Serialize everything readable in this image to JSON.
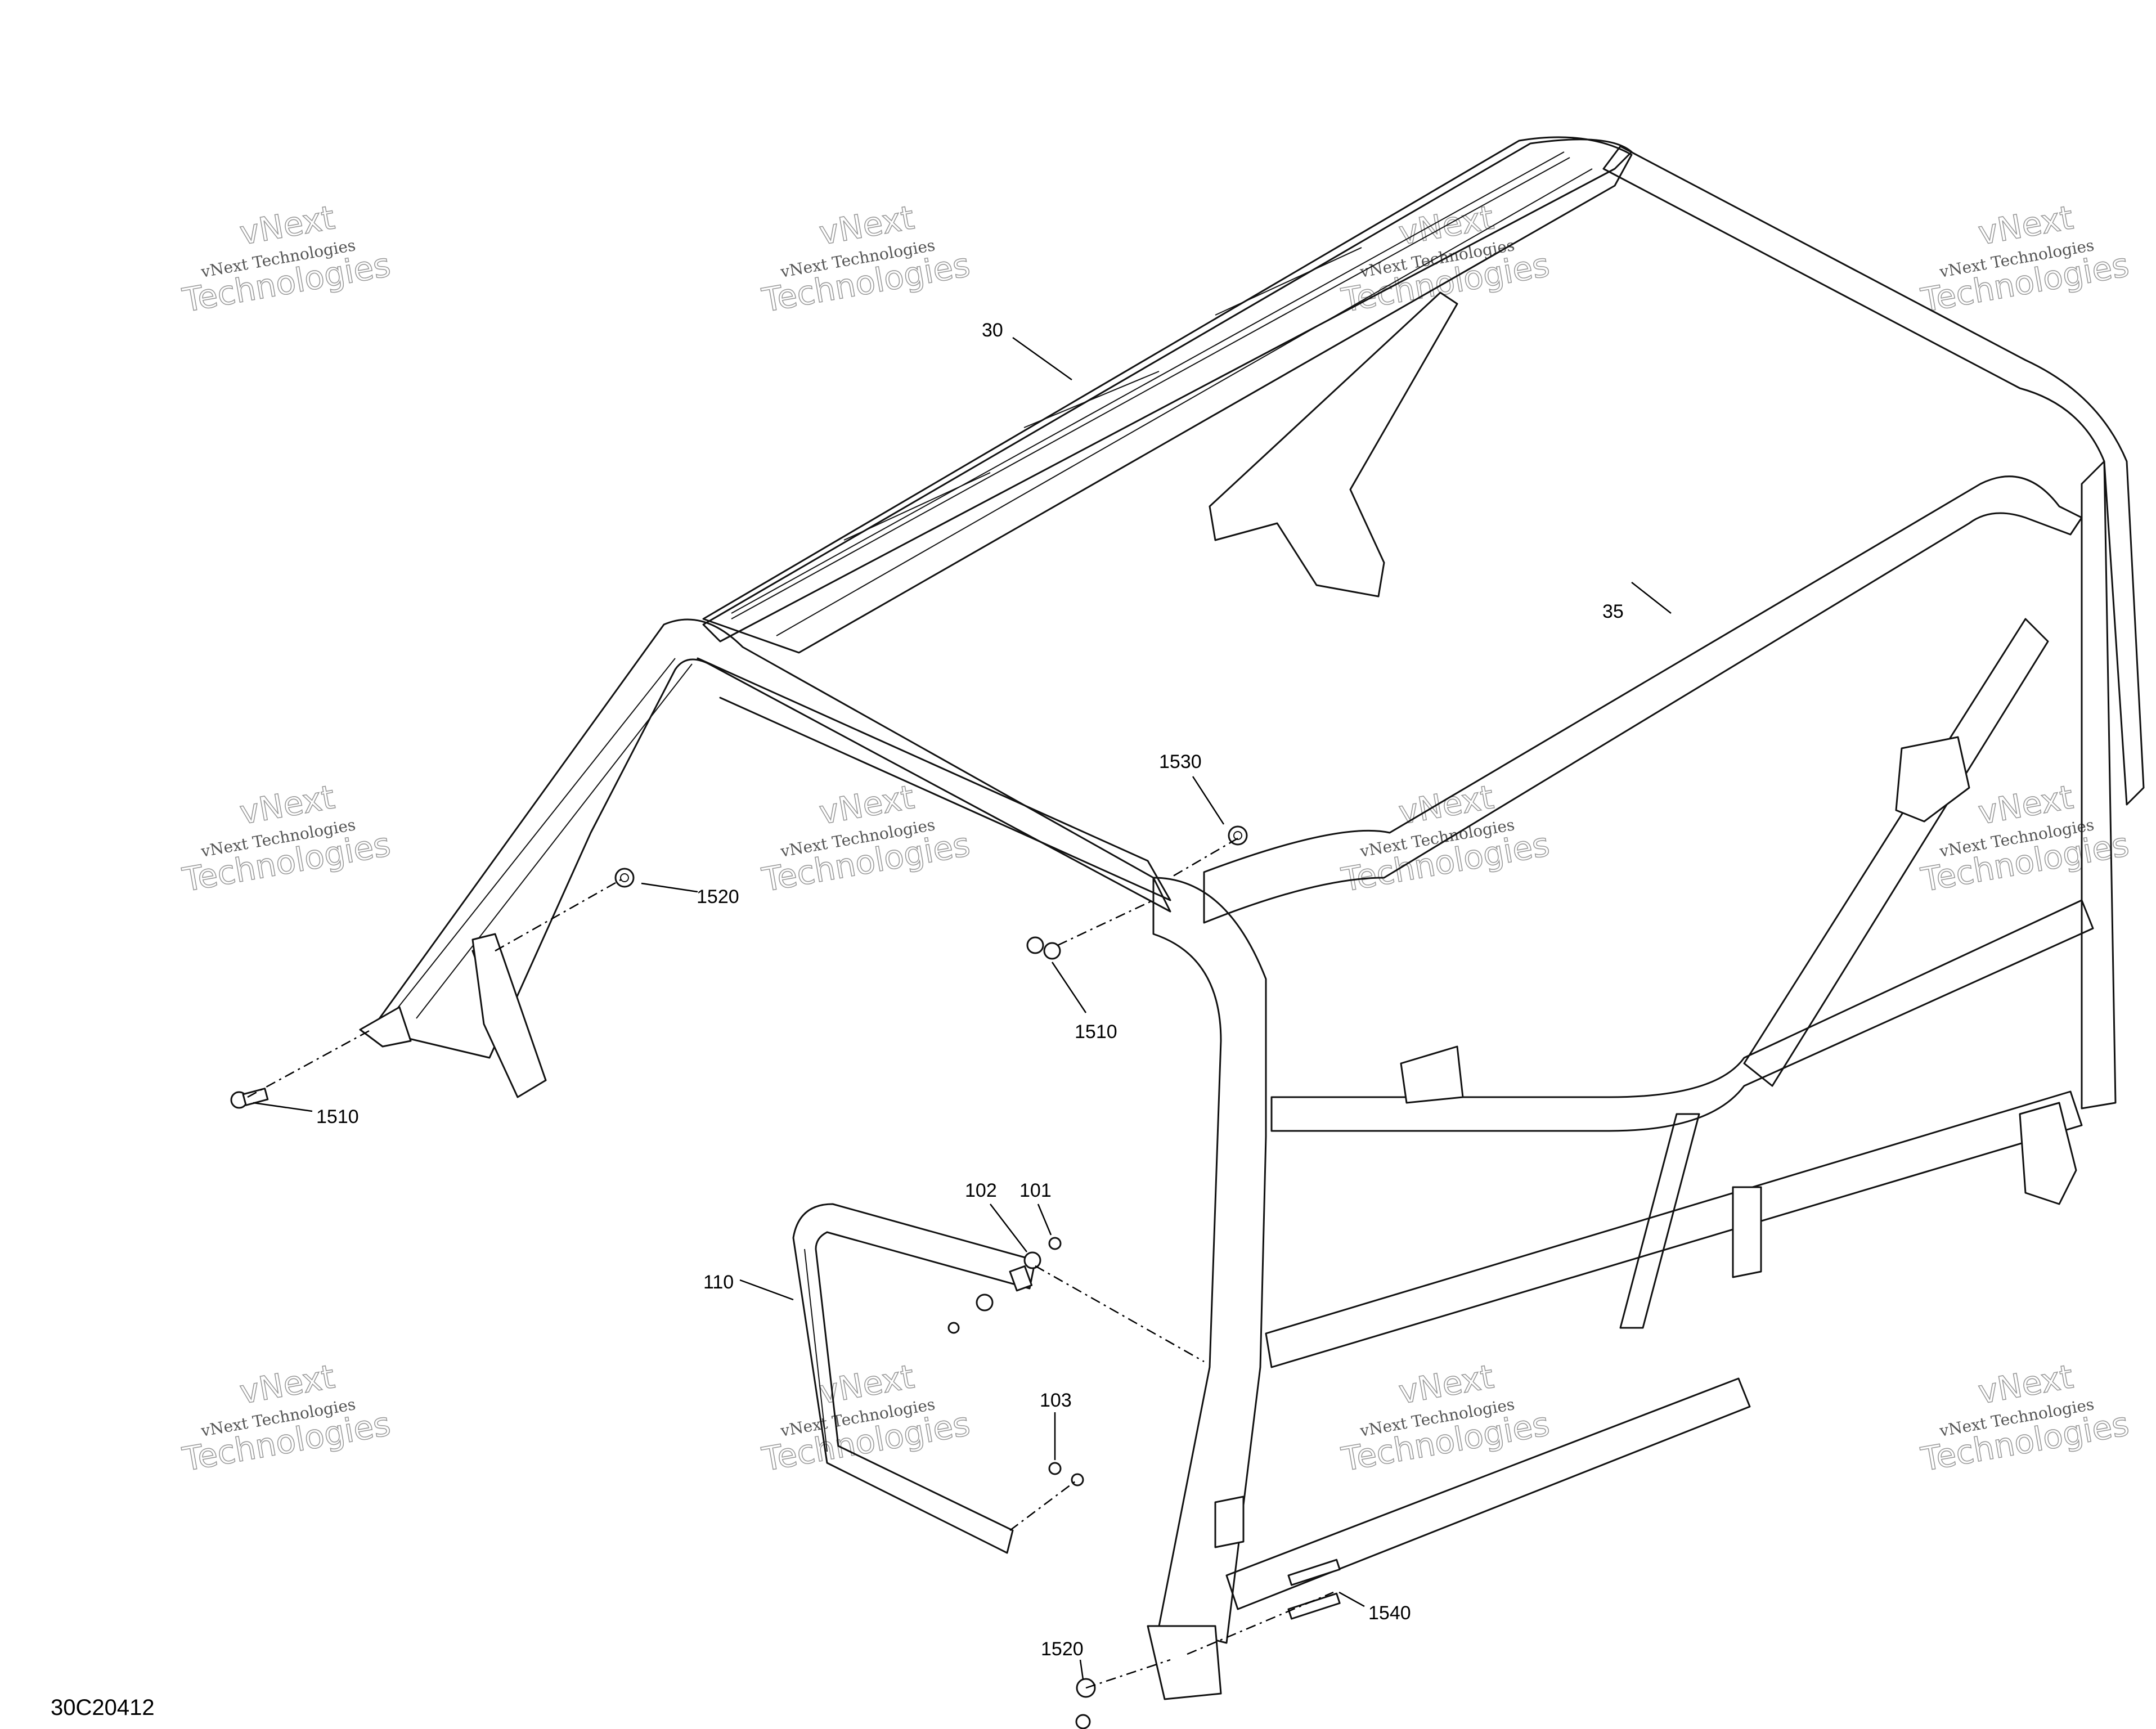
{
  "diagram_id": "30C20412",
  "watermark": {
    "line1": "vNext Technologies",
    "line2": "Technologies",
    "line3": "vNext"
  },
  "callouts": {
    "p30": "30",
    "p35": "35",
    "p101": "101",
    "p102": "102",
    "p103": "103",
    "p110": "110",
    "p1510a": "1510",
    "p1510b": "1510",
    "p1520a": "1520",
    "p1520b": "1520",
    "p1530": "1530",
    "p1540": "1540"
  }
}
